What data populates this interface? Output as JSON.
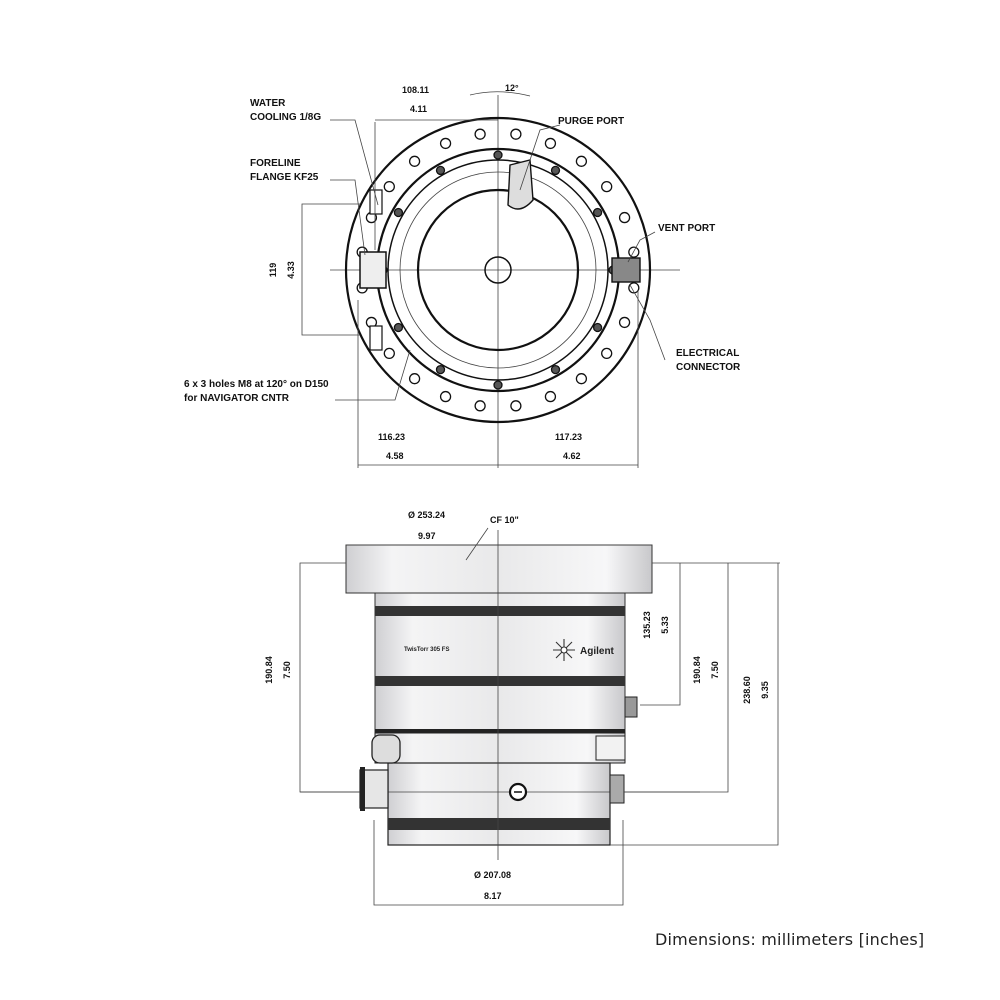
{
  "top_view": {
    "labels": {
      "water_cooling": [
        "WATER",
        "COOLING 1/8G"
      ],
      "foreline_flange": [
        "FORELINE",
        "FLANGE KF25"
      ],
      "purge_port": "PURGE PORT",
      "vent_port": "VENT PORT",
      "electrical_connector": [
        "ELECTRICAL",
        "CONNECTOR"
      ],
      "holes_note": [
        "6 x 3 holes M8 at 120° on D150",
        "for NAVIGATOR CNTR"
      ]
    },
    "dimensions": {
      "top_offset": [
        "108.11",
        "4.11"
      ],
      "angle": "12°",
      "left_height": [
        "119",
        "4.33"
      ],
      "bottom_left": [
        "116.23",
        "4.58"
      ],
      "bottom_right": [
        "117.23",
        "4.62"
      ]
    }
  },
  "side_view": {
    "dimensions": {
      "flange_diameter": [
        "Ø 253.24",
        "9.97"
      ],
      "flange_type": "CF 10\"",
      "left_height": [
        "190.84",
        "7.50"
      ],
      "connector_height": [
        "135.23",
        "5.33"
      ],
      "right_height": [
        "190.84",
        "7.50"
      ],
      "total_height": [
        "238.60",
        "9.35"
      ],
      "body_diameter": [
        "Ø 207.08",
        "8.17"
      ]
    },
    "body_text": {
      "model": "TwisTorr 305 FS",
      "brand": "Agilent"
    }
  },
  "caption": "Dimensions: millimeters [inches]"
}
